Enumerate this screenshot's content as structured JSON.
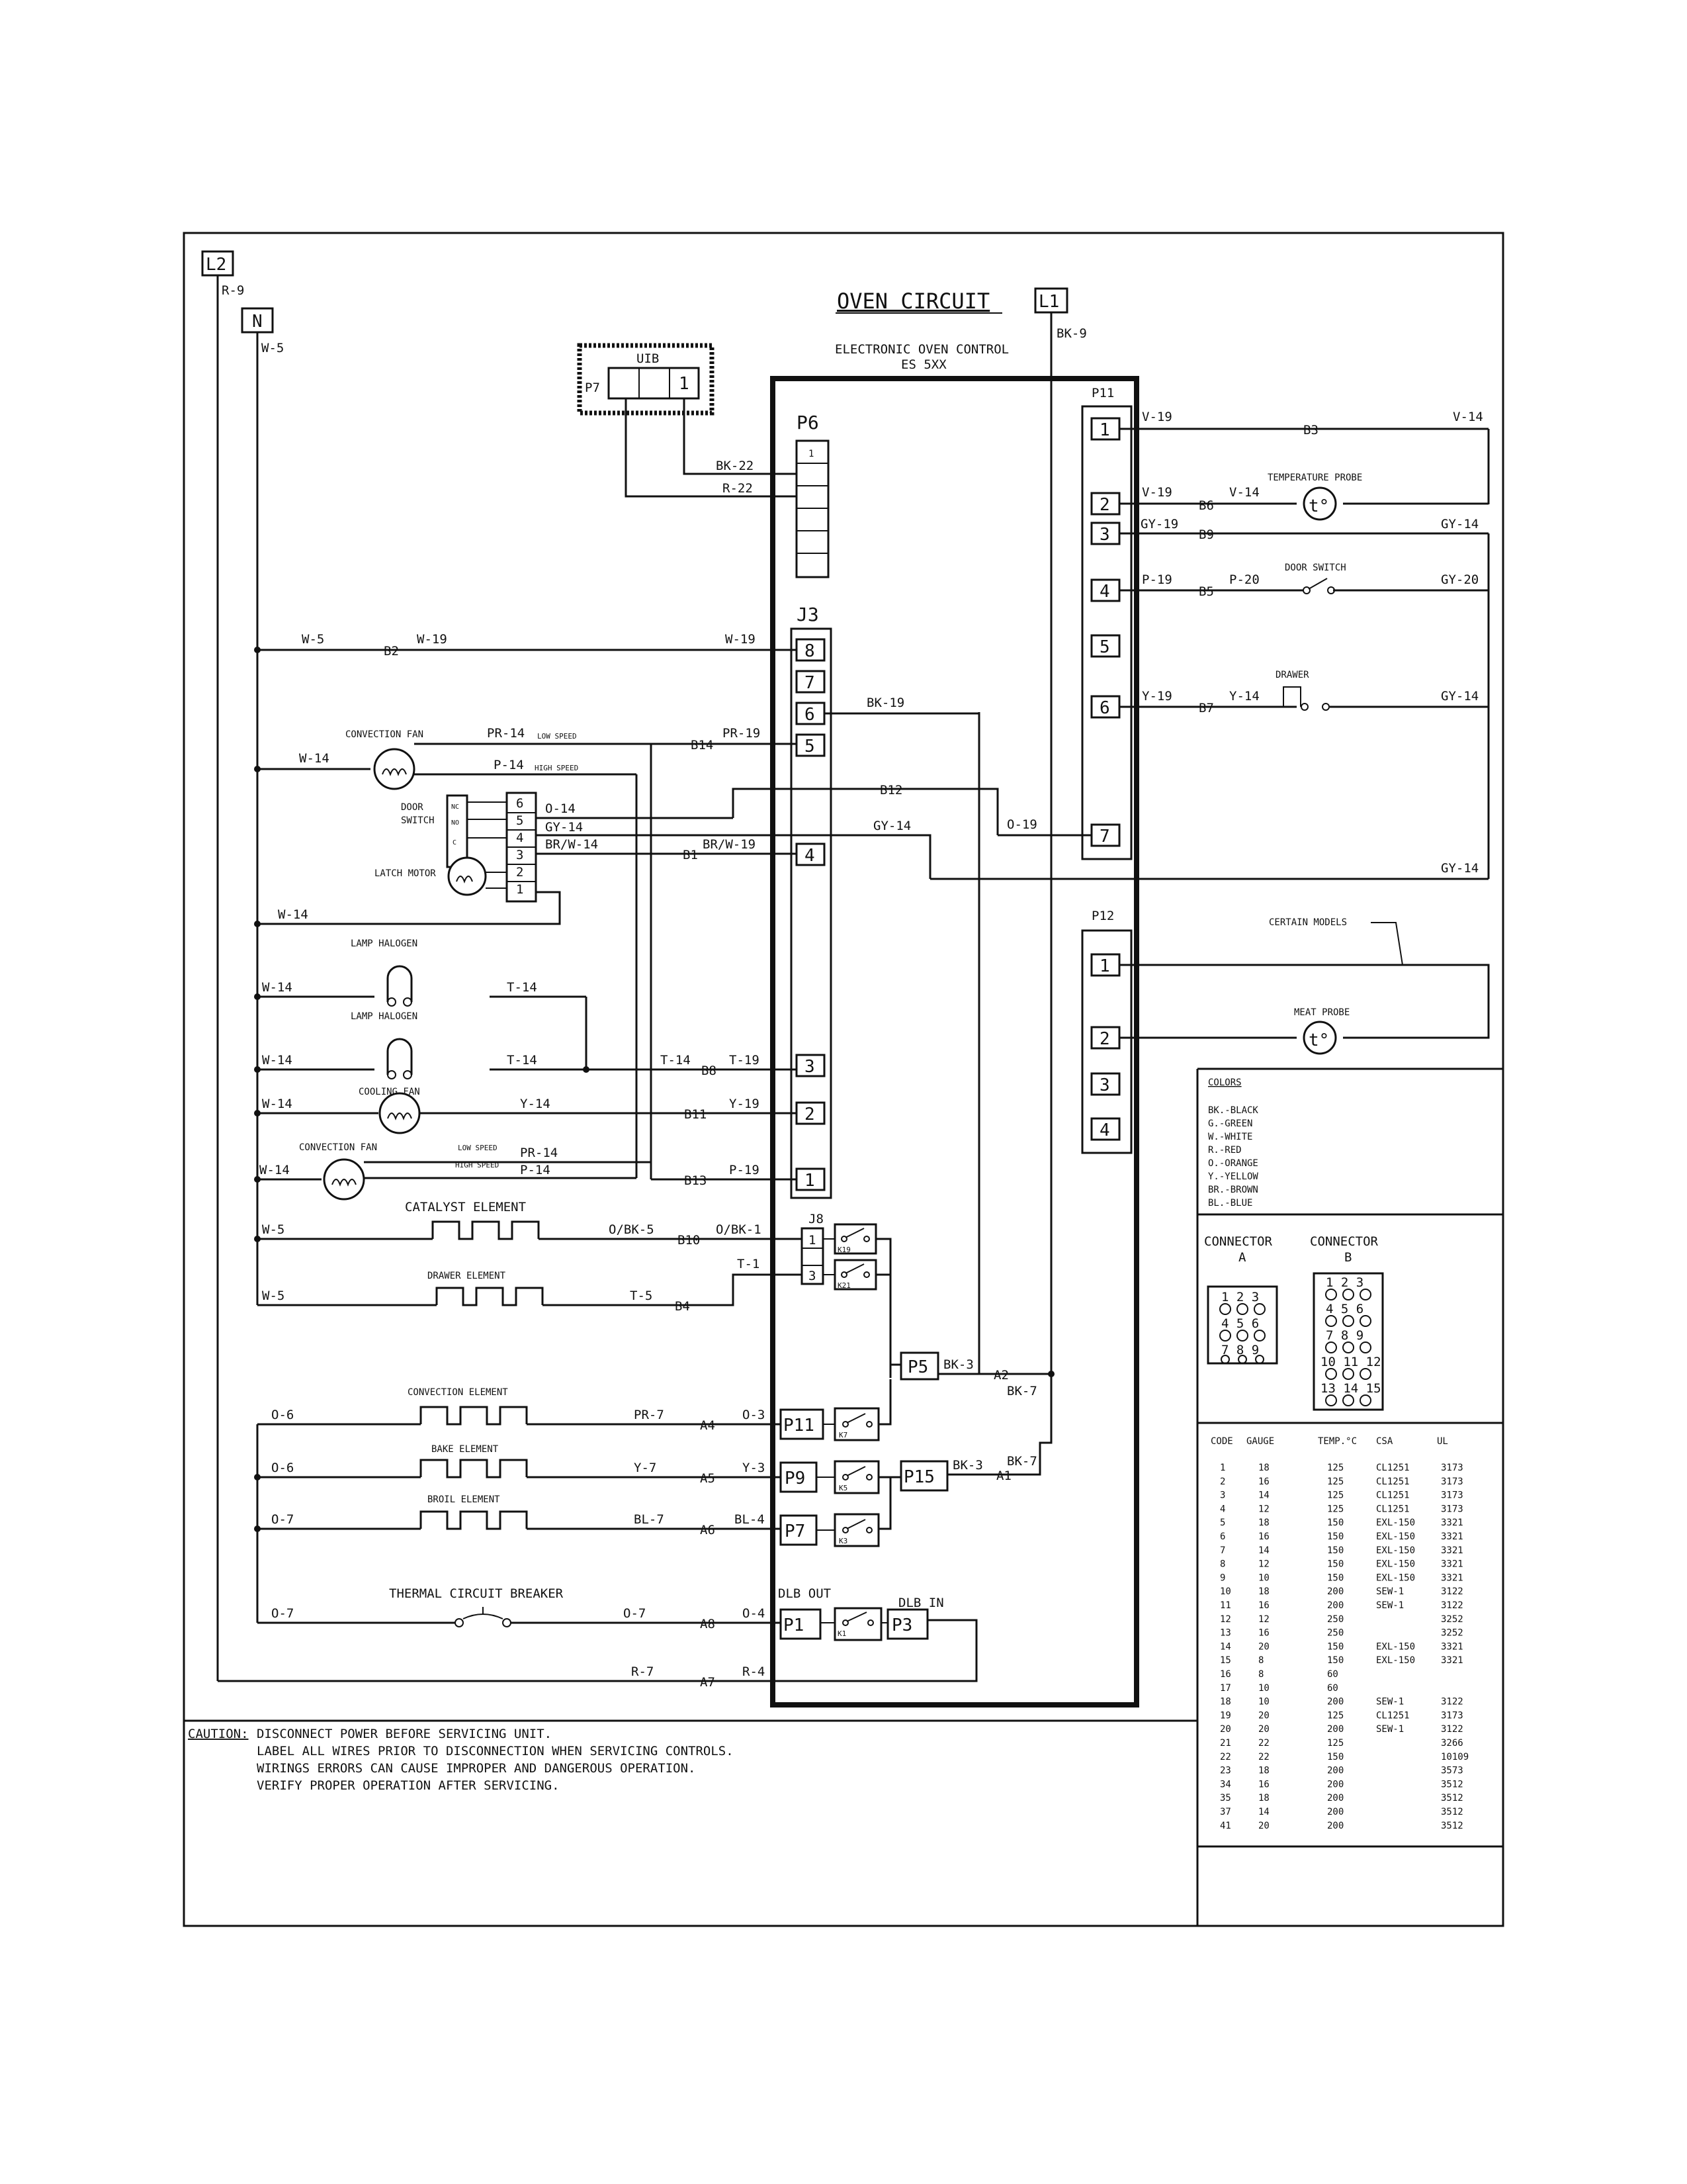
{
  "title": "OVEN CIRCUIT",
  "control": {
    "line1": "ELECTRONIC OVEN CONTROL",
    "line2": "ES 5XX"
  },
  "terminals": {
    "l2": "L2",
    "n": "N",
    "l1": "L1"
  },
  "uib": {
    "label": "UIB",
    "p7": "P7",
    "pin1": "1"
  },
  "connectors": {
    "p6": "P6",
    "j3": "J3",
    "p11": "P11",
    "p12": "P12",
    "j8": "J8"
  },
  "p6_pins": [
    "1"
  ],
  "j3_pins": [
    "8",
    "7",
    "6",
    "5",
    "4",
    "3",
    "2",
    "1"
  ],
  "p11_pins": [
    "1",
    "2",
    "3",
    "4",
    "5",
    "6",
    "7"
  ],
  "p12_pins": [
    "1",
    "2",
    "3",
    "4"
  ],
  "door_switch_pins": [
    "6",
    "5",
    "4",
    "3",
    "2",
    "1"
  ],
  "door_switch_contacts": [
    "NC",
    "NO",
    "C"
  ],
  "j8_pins": [
    "1",
    "3"
  ],
  "relays": [
    "K19",
    "K21",
    "K7",
    "K5",
    "K3",
    "K1"
  ],
  "relay_connectors": {
    "p5": "P5",
    "p11b": "P11",
    "p9": "P9",
    "p15": "P15",
    "p7b": "P7",
    "p1": "P1",
    "p3": "P3"
  },
  "dlb": {
    "out": "DLB OUT",
    "in": "DLB IN"
  },
  "components": {
    "convection_fan_top": "CONVECTION FAN",
    "door_switch_left": "DOOR",
    "door_switch_left2": "SWITCH",
    "latch_motor": "LATCH MOTOR",
    "lamp_halogen_1": "LAMP HALOGEN",
    "lamp_halogen_2": "LAMP HALOGEN",
    "cooling_fan": "COOLING FAN",
    "convection_fan_bottom": "CONVECTION FAN",
    "catalyst_element": "CATALYST ELEMENT",
    "drawer_element": "DRAWER ELEMENT",
    "convection_element": "CONVECTION ELEMENT",
    "bake_element": "BAKE ELEMENT",
    "broil_element": "BROIL ELEMENT",
    "thermal_breaker": "THERMAL CIRCUIT BREAKER",
    "temperature_probe": "TEMPERATURE PROBE",
    "door_switch_right": "DOOR SWITCH",
    "drawer": "DRAWER",
    "certain_models": "CERTAIN MODELS",
    "meat_probe": "MEAT PROBE",
    "probe_symbol": "t°",
    "low_speed": "LOW SPEED",
    "high_speed": "HIGH SPEED"
  },
  "wires": {
    "r9": "R-9",
    "w5": "W-5",
    "bk9": "BK-9",
    "bk22": "BK-22",
    "r22": "R-22",
    "w5b": "W-5",
    "b2": "B2",
    "w19a": "W-19",
    "w19b": "W-19",
    "w14a": "W-14",
    "pr14a": "PR-14",
    "b14": "B14",
    "pr19": "PR-19",
    "p14a": "P-14",
    "o14": "O-14",
    "gy14a": "GY-14",
    "brw14": "BR/W-14",
    "b1": "B1",
    "brw19": "BR/W-19",
    "bk19": "BK-19",
    "b12": "B12",
    "o19": "O-19",
    "gy14b": "GY-14",
    "gy14c": "GY-14",
    "w14b": "W-14",
    "w14c": "W-14",
    "t14a": "T-14",
    "w14d": "W-14",
    "t14b": "T-14",
    "t14c": "T-14",
    "b8": "B8",
    "t19": "T-19",
    "w14e": "W-14",
    "y14": "Y-14",
    "b11": "B11",
    "y19": "Y-19",
    "w14f": "W-14",
    "pr14b": "PR-14",
    "p14b": "P-14",
    "b13": "B13",
    "p19": "P-19",
    "w5c": "W-5",
    "obk5": "O/BK-5",
    "b10": "B10",
    "obk1": "O/BK-1",
    "w5d": "W-5",
    "t5": "T-5",
    "b4": "B4",
    "t1": "T-1",
    "bk3a": "BK-3",
    "a2": "A2",
    "bk7a": "BK-7",
    "bk3b": "BK-3",
    "a1": "A1",
    "bk7b": "BK-7",
    "o6a": "O-6",
    "pr7": "PR-7",
    "a4": "A4",
    "o3": "O-3",
    "o6b": "O-6",
    "y7": "Y-7",
    "a5": "A5",
    "y3": "Y-3",
    "o7a": "O-7",
    "bl7": "BL-7",
    "a6": "A6",
    "bl4": "BL-4",
    "o7b": "O-7",
    "o7c": "O-7",
    "a8": "A8",
    "o4": "O-4",
    "r7": "R-7",
    "a7": "A7",
    "r4": "R-4",
    "v19a": "V-19",
    "b3": "B3",
    "v14a": "V-14",
    "v19b": "V-19",
    "b6": "B6",
    "v14b": "V-14",
    "gy19": "GY-19",
    "b9": "B9",
    "gy14d": "GY-14",
    "p19b": "P-19",
    "b5": "B5",
    "p20": "P-20",
    "gy20": "GY-20",
    "y19b": "Y-19",
    "b7": "B7",
    "y14b": "Y-14",
    "gy14e": "GY-14"
  },
  "colors_legend": {
    "title": "COLORS",
    "items": [
      "BK.-BLACK",
      "G.-GREEN",
      "W.-WHITE",
      "R.-RED",
      "O.-ORANGE",
      "Y.-YELLOW",
      "BR.-BROWN",
      "BL.-BLUE"
    ]
  },
  "connector_a": {
    "label1": "CONNECTOR",
    "label2": "A",
    "rows": [
      "1 2 3",
      "4 5 6",
      "7 8 9"
    ]
  },
  "connector_b": {
    "label1": "CONNECTOR",
    "label2": "B",
    "rows": [
      "1 2 3",
      "4 5 6",
      "7 8 9",
      "10 11 12",
      "13 14 15"
    ]
  },
  "gauge_table": {
    "headers": [
      "CODE",
      "GAUGE",
      "TEMP.°C",
      "CSA",
      "UL"
    ],
    "rows": [
      [
        "1",
        "18",
        "125",
        "CL1251",
        "3173"
      ],
      [
        "2",
        "16",
        "125",
        "CL1251",
        "3173"
      ],
      [
        "3",
        "14",
        "125",
        "CL1251",
        "3173"
      ],
      [
        "4",
        "12",
        "125",
        "CL1251",
        "3173"
      ],
      [
        "5",
        "18",
        "150",
        "EXL-150",
        "3321"
      ],
      [
        "6",
        "16",
        "150",
        "EXL-150",
        "3321"
      ],
      [
        "7",
        "14",
        "150",
        "EXL-150",
        "3321"
      ],
      [
        "8",
        "12",
        "150",
        "EXL-150",
        "3321"
      ],
      [
        "9",
        "10",
        "150",
        "EXL-150",
        "3321"
      ],
      [
        "10",
        "18",
        "200",
        "SEW-1",
        "3122"
      ],
      [
        "11",
        "16",
        "200",
        "SEW-1",
        "3122"
      ],
      [
        "12",
        "12",
        "250",
        "",
        "3252"
      ],
      [
        "13",
        "16",
        "250",
        "",
        "3252"
      ],
      [
        "14",
        "20",
        "150",
        "EXL-150",
        "3321"
      ],
      [
        "15",
        "8",
        "150",
        "EXL-150",
        "3321"
      ],
      [
        "16",
        "8",
        "60",
        "",
        ""
      ],
      [
        "17",
        "10",
        "60",
        "",
        ""
      ],
      [
        "18",
        "10",
        "200",
        "SEW-1",
        "3122"
      ],
      [
        "19",
        "20",
        "125",
        "CL1251",
        "3173"
      ],
      [
        "20",
        "20",
        "200",
        "SEW-1",
        "3122"
      ],
      [
        "21",
        "22",
        "125",
        "",
        "3266"
      ],
      [
        "22",
        "22",
        "150",
        "",
        "10109"
      ],
      [
        "23",
        "18",
        "200",
        "",
        "3573"
      ],
      [
        "34",
        "16",
        "200",
        "",
        "3512"
      ],
      [
        "35",
        "18",
        "200",
        "",
        "3512"
      ],
      [
        "37",
        "14",
        "200",
        "",
        "3512"
      ],
      [
        "41",
        "20",
        "200",
        "",
        "3512"
      ]
    ]
  },
  "caution": {
    "label": "CAUTION:",
    "lines": [
      "DISCONNECT POWER BEFORE SERVICING UNIT.",
      "LABEL ALL WIRES PRIOR TO DISCONNECTION WHEN SERVICING CONTROLS.",
      "WIRINGS ERRORS CAN CAUSE IMPROPER AND DANGEROUS OPERATION.",
      "VERIFY PROPER OPERATION AFTER SERVICING."
    ]
  }
}
